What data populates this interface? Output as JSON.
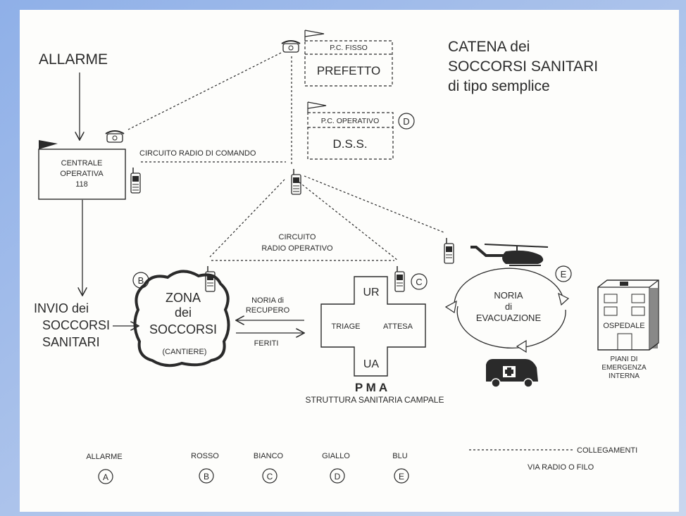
{
  "title": {
    "line1": "CATENA dei",
    "line2": "SOCCORSI SANITARI",
    "line3": "di tipo semplice"
  },
  "allarme_label": "ALLARME",
  "pc_fisso": {
    "header": "P.C. FISSO",
    "body": "PREFETTO"
  },
  "pc_operativo": {
    "header": "P.C. OPERATIVO",
    "body": "D.S.S.",
    "marker": "D"
  },
  "centrale": {
    "line1": "CENTRALE",
    "line2": "OPERATIVA",
    "line3": "118"
  },
  "circuito_comando": "CIRCUITO RADIO DI COMANDO",
  "circuito_operativo": {
    "line1": "CIRCUITO",
    "line2": "RADIO OPERATIVO"
  },
  "invio": {
    "line1": "INVIO dei",
    "line2": "SOCCORSI",
    "line3": "SANITARI"
  },
  "zona": {
    "line1": "ZONA",
    "line2": "dei",
    "line3": "SOCCORSI",
    "line4": "(CANTIERE)",
    "marker": "B"
  },
  "noria_recupero": {
    "line1": "NORIA di",
    "line2": "RECUPERO"
  },
  "feriti": "FERITI",
  "pma": {
    "ur": "UR",
    "ua": "UA",
    "triage": "TRIAGE",
    "attesa": "ATTESA",
    "marker": "C",
    "name": "P M A",
    "subtitle": "STRUTTURA SANITARIA CAMPALE"
  },
  "noria_evac": {
    "line1": "NORIA",
    "line2": "di",
    "line3": "EVACUAZIONE",
    "marker": "E"
  },
  "ospedale": {
    "label": "OSPEDALE",
    "line1": "PIANI DI",
    "line2": "EMERGENZA",
    "line3": "INTERNA"
  },
  "legend": {
    "items": [
      {
        "label": "ALLARME",
        "letter": "A"
      },
      {
        "label": "ROSSO",
        "letter": "B"
      },
      {
        "label": "BIANCO",
        "letter": "C"
      },
      {
        "label": "GIALLO",
        "letter": "D"
      },
      {
        "label": "BLU",
        "letter": "E"
      }
    ],
    "link_line1": "COLLEGAMENTI",
    "link_line2": "VIA RADIO O FILO"
  },
  "colors": {
    "ink": "#2a2a2a",
    "paper": "#fdfdfb",
    "frame": "#a9c0e6"
  },
  "icons": [
    "telephone-icon",
    "radio-icon",
    "flag-icon",
    "helicopter-icon",
    "ambulance-icon",
    "hospital-icon"
  ]
}
